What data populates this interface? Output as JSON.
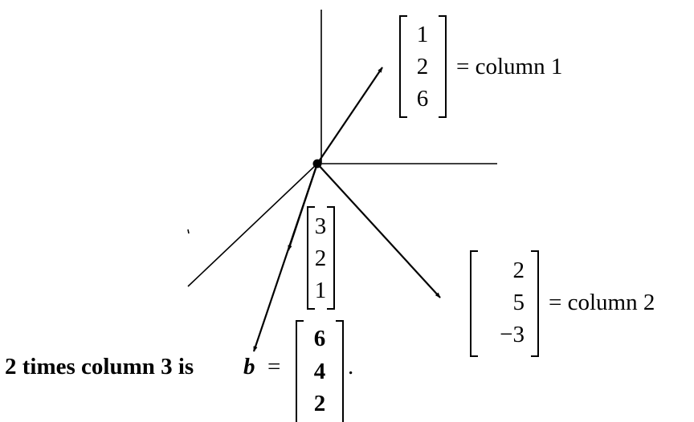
{
  "column1": {
    "entries": [
      "1",
      "2",
      "6"
    ],
    "label": "= column 1"
  },
  "column2": {
    "entries": [
      "2",
      "5",
      "−3"
    ],
    "label": "= column 2"
  },
  "column3": {
    "entries": [
      "3",
      "2",
      "1"
    ]
  },
  "caption": {
    "prefix": "2 times column 3 is ",
    "var": "b",
    "equals": "=",
    "entries": [
      "6",
      "4",
      "2"
    ],
    "period": "."
  }
}
